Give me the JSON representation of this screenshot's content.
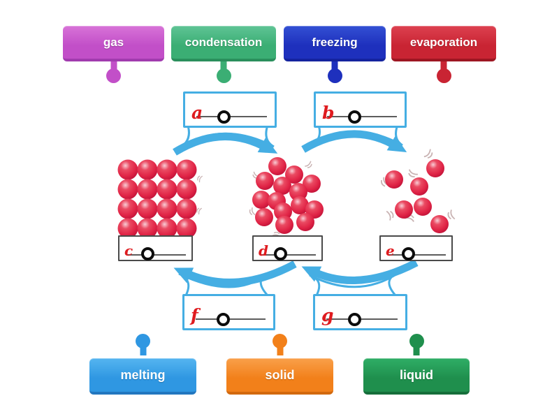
{
  "activity": {
    "top_labels": [
      {
        "id": "gas",
        "label": "gas",
        "color": "#c24fc8"
      },
      {
        "id": "condensation",
        "label": "condensation",
        "color": "#3bae74"
      },
      {
        "id": "freezing",
        "label": "freezing",
        "color": "#1e30bd"
      },
      {
        "id": "evaporation",
        "label": "evaporation",
        "color": "#c92433"
      }
    ],
    "bottom_labels": [
      {
        "id": "melting",
        "label": "melting",
        "color": "#2f97e2"
      },
      {
        "id": "solid",
        "label": "solid",
        "color": "#f2801a"
      },
      {
        "id": "liquid",
        "label": "liquid",
        "color": "#1f8f4d"
      }
    ],
    "slots": [
      {
        "letter": "a"
      },
      {
        "letter": "b"
      },
      {
        "letter": "c"
      },
      {
        "letter": "d"
      },
      {
        "letter": "e"
      },
      {
        "letter": "f"
      },
      {
        "letter": "g"
      }
    ],
    "diagram": {
      "arrow_color": "#45aee3",
      "particle_color": "#e02747",
      "letter_color": "#df1b1f",
      "particle_groups": [
        {
          "name": "packed-grid",
          "count": 16
        },
        {
          "name": "clustered",
          "count": 14
        },
        {
          "name": "spread-out",
          "count": 6
        }
      ],
      "arrows": [
        {
          "name": "left-to-middle-top",
          "direction": "right"
        },
        {
          "name": "middle-to-right-top",
          "direction": "right"
        },
        {
          "name": "middle-to-left-bottom",
          "direction": "left"
        },
        {
          "name": "right-to-middle-bottom",
          "direction": "left"
        }
      ]
    }
  }
}
